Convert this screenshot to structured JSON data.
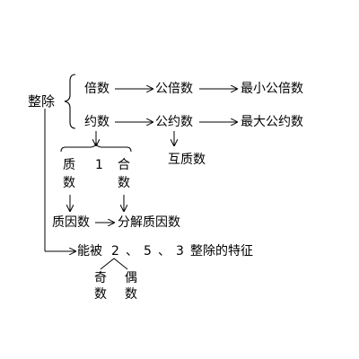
{
  "root": "整除",
  "row1": {
    "a": "倍数",
    "b": "公倍数",
    "c": "最小公倍数"
  },
  "row2": {
    "a": "约数",
    "b": "公约数",
    "c": "最大公约数"
  },
  "coprime": "互质数",
  "split": {
    "prime_top": "质",
    "prime_bottom": "数",
    "one": "1",
    "composite_top": "合",
    "composite_bottom": "数"
  },
  "row_factor": {
    "a": "质因数",
    "b": "分解质因数"
  },
  "features": {
    "prefix": "能被",
    "n2": "2",
    "sep1": "、",
    "n5": "5",
    "sep2": "、",
    "n3": "3",
    "suffix": "整除的特征"
  },
  "parity": {
    "odd_top": "奇",
    "odd_bottom": "数",
    "even_top": "偶",
    "even_bottom": "数"
  }
}
